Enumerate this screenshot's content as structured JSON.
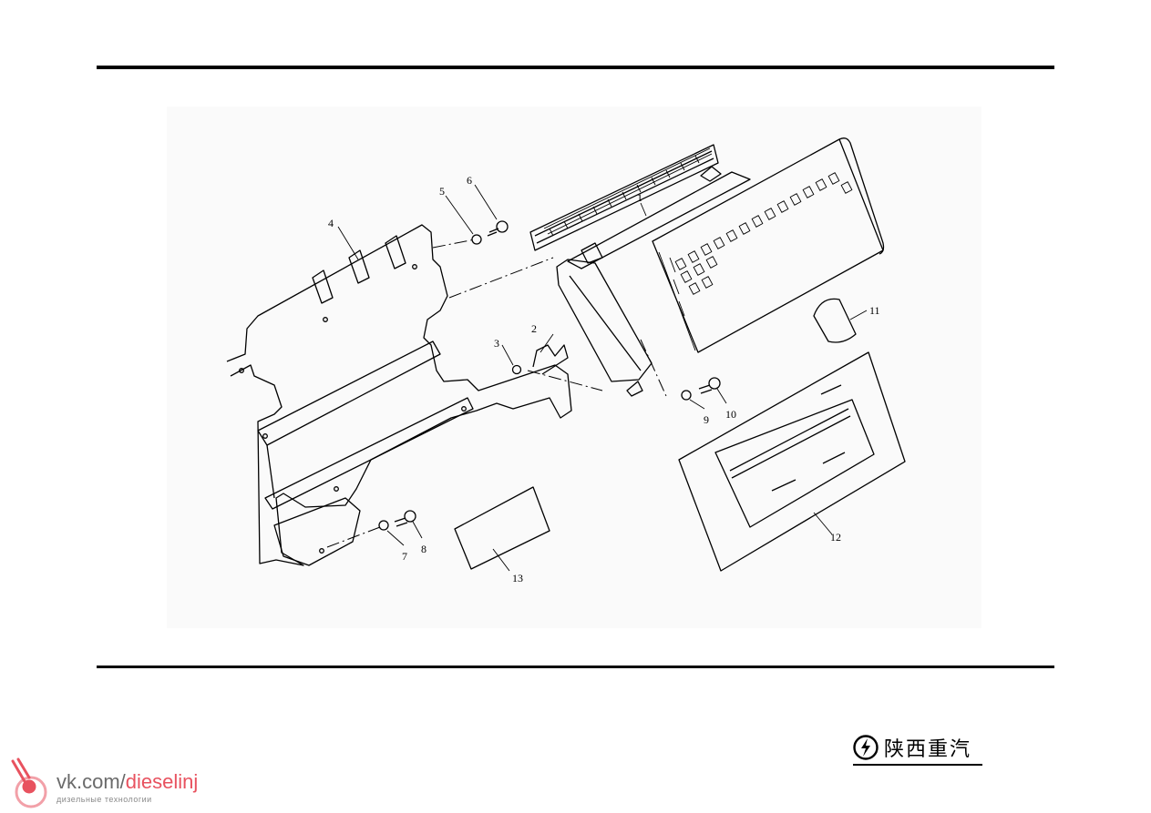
{
  "diagram": {
    "callouts": [
      {
        "id": 1,
        "label": "1"
      },
      {
        "id": 2,
        "label": "2"
      },
      {
        "id": 3,
        "label": "3"
      },
      {
        "id": 4,
        "label": "4"
      },
      {
        "id": 5,
        "label": "5"
      },
      {
        "id": 6,
        "label": "6"
      },
      {
        "id": 7,
        "label": "7"
      },
      {
        "id": 8,
        "label": "8"
      },
      {
        "id": 9,
        "label": "9"
      },
      {
        "id": 10,
        "label": "10"
      },
      {
        "id": 11,
        "label": "11"
      },
      {
        "id": 12,
        "label": "12"
      },
      {
        "id": 13,
        "label": "13"
      }
    ]
  },
  "brand": {
    "name": "陕西重汽",
    "logo_icon": "shacman-bolt-logo"
  },
  "watermark": {
    "url_prefix": "vk.com/",
    "url_accent": "dieselinj",
    "subtitle": "дизельные технологии",
    "accent_color": "#e8525f"
  }
}
